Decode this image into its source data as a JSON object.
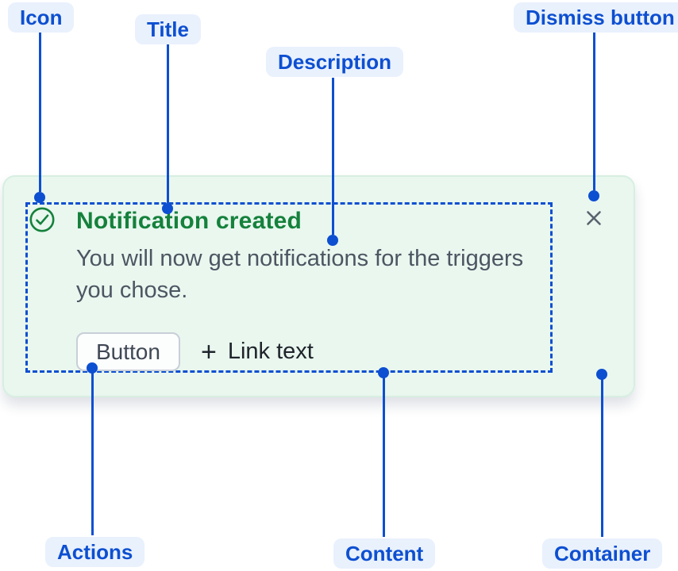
{
  "diagram": {
    "callouts": {
      "icon": "Icon",
      "title": "Title",
      "description": "Description",
      "dismiss": "Dismiss button",
      "actions": "Actions",
      "content": "Content",
      "container": "Container"
    }
  },
  "notification": {
    "title": "Notification created",
    "description_lines": [
      "You will now get notifications for the triggers",
      "you chose."
    ],
    "button_label": "Button",
    "plus_glyph": "+",
    "link_label": "Link text",
    "icons": {
      "status": "success-check-circle-icon",
      "dismiss": "close-icon"
    }
  },
  "colors": {
    "callout_blue": "#0d4fd1",
    "callout_pill_bg": "#e9f1fd",
    "success_green": "#15813c",
    "card_bg": "#e9f7ef",
    "card_border": "#d7efe1",
    "description_text": "#4d5562",
    "action_text": "#20242b",
    "button_border": "#c8cfd7",
    "dismiss_gray": "#59626e"
  }
}
